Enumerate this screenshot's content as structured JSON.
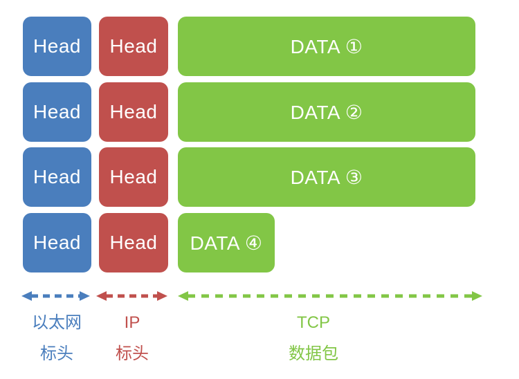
{
  "diagram": {
    "title": "ethernet-ip-tcp-packet-encapsulation",
    "colors": {
      "blue": "#4A7EBD",
      "red": "#C0504D",
      "green": "#82C646",
      "background": "#FFFFFF",
      "box_text": "#FFFFFF"
    },
    "rows": [
      {
        "eth_label": "Head",
        "ip_label": "Head",
        "data_label": "DATA ①"
      },
      {
        "eth_label": "Head",
        "ip_label": "Head",
        "data_label": "DATA ②"
      },
      {
        "eth_label": "Head",
        "ip_label": "Head",
        "data_label": "DATA ③"
      },
      {
        "eth_label": "Head",
        "ip_label": "Head",
        "data_label": "DATA ④"
      }
    ],
    "legend": {
      "ethernet": {
        "line1": "以太网",
        "line2": "标头"
      },
      "ip": {
        "line1": "IP",
        "line2": "标头"
      },
      "tcp": {
        "line1": "TCP",
        "line2": "数据包"
      }
    }
  }
}
